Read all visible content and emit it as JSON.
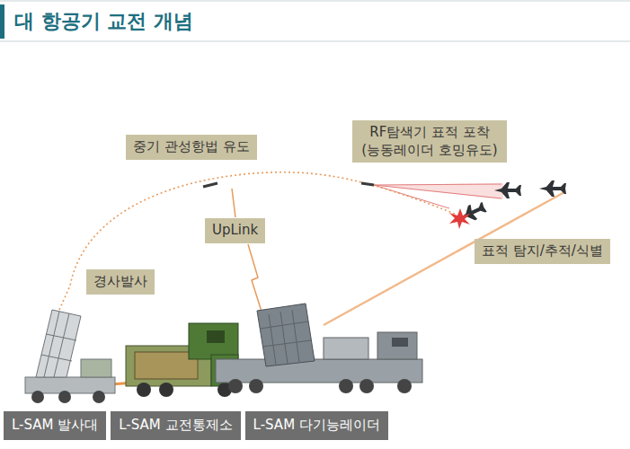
{
  "diagram": {
    "title": "대 항공기 교전 개념",
    "nodes": [
      {
        "text": [
          "RF탐색기 표적 포착 (능동레이더 호밍유도)"
        ]
      },
      {
        "text": [
          "중기 관성항법 유도"
        ]
      },
      {
        "text": [
          "UpLink"
        ]
      },
      {
        "text": [
          "표적 탐지/추적/식별"
        ]
      },
      {
        "text": [
          "경사발사"
        ]
      },
      {
        "text": [
          "L-SAM 발사대"
        ]
      },
      {
        "text": [
          "L-SAM 교전통제소"
        ]
      },
      {
        "text": [
          "L-SAM 다기능레이더"
        ]
      }
    ]
  }
}
